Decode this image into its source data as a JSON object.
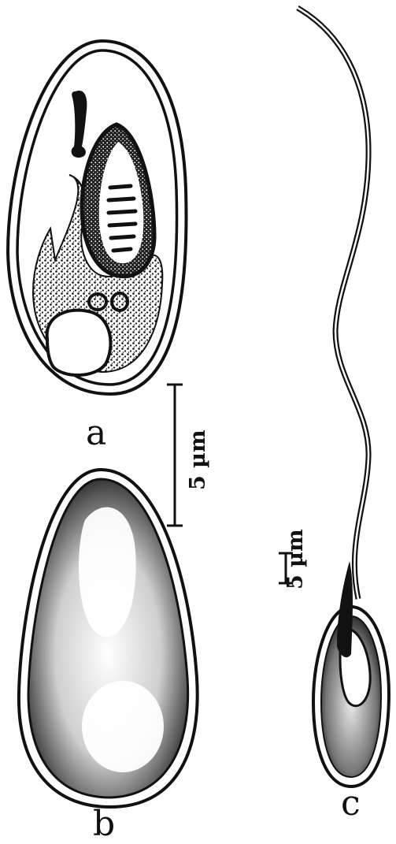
{
  "panels": [
    {
      "label": "a"
    },
    {
      "label": "b"
    },
    {
      "label": "c"
    }
  ],
  "scale_bars": [
    {
      "label": "5 µm"
    },
    {
      "label": "5 µm"
    }
  ],
  "colors": {
    "ink": "#111111",
    "paper": "#ffffff"
  }
}
